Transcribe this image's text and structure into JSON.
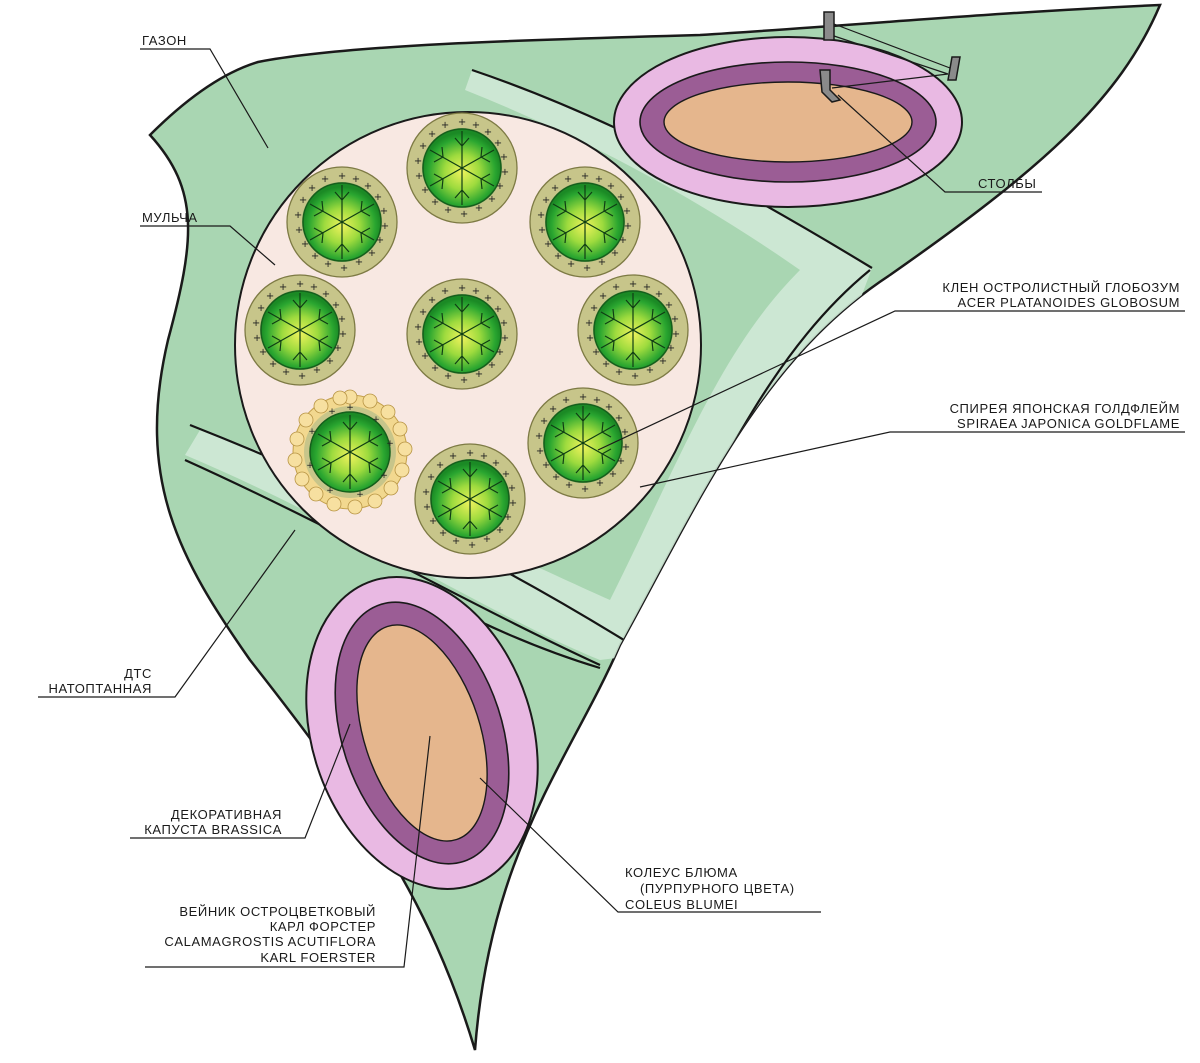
{
  "colors": {
    "lawn": "#a9d6b2",
    "lawn_dark": "#9ccaa6",
    "path": "#cfe9d6",
    "mulch": "#f8e8e2",
    "bed_outer": "#e9b9e3",
    "bed_mid": "#9b5d95",
    "bed_inner": "#e5b68d",
    "maple_center": "#e8f05a",
    "maple_mid": "#7fd23b",
    "maple_edge": "#1f9a2b",
    "spirea_ring": "#c9c98a",
    "spirea_dots": "#f1d58a"
  },
  "labels": {
    "lawn": "ГАЗОН",
    "mulch": "МУЛЬЧА",
    "posts": "СТОЛБЫ",
    "maple_ru": "КЛЕН ОСТРОЛИСТНЫЙ ГЛОБОЗУМ",
    "maple_lat": "ACER PLATANOIDES GLOBOSUM",
    "spirea_ru": "СПИРЕЯ ЯПОНСКАЯ ГОЛДФЛЕЙМ",
    "spirea_lat": "SPIRAEA JAPONICA GOLDFLAME",
    "path_1": "ДТС",
    "path_2": "НАТОПТАННАЯ",
    "cabbage_1": "ДЕКОРАТИВНАЯ",
    "cabbage_2": "КАПУСТА BRASSICA",
    "reed_1": "ВЕЙНИК ОСТРОЦВЕТКОВЫЙ",
    "reed_2": "КАРЛ ФОРСТЕР",
    "reed_3": "CALAMAGROSTIS ACUTIFLORA",
    "reed_4": "KARL FOERSTER",
    "coleus_1": "КОЛЕУС БЛЮМА",
    "coleus_2": "(ПУРПУРНОГО ЦВЕТА)",
    "coleus_3": "COLEUS BLUMEI"
  },
  "icons": {
    "plant": "maple-with-spirea-icon",
    "post": "post-icon"
  }
}
